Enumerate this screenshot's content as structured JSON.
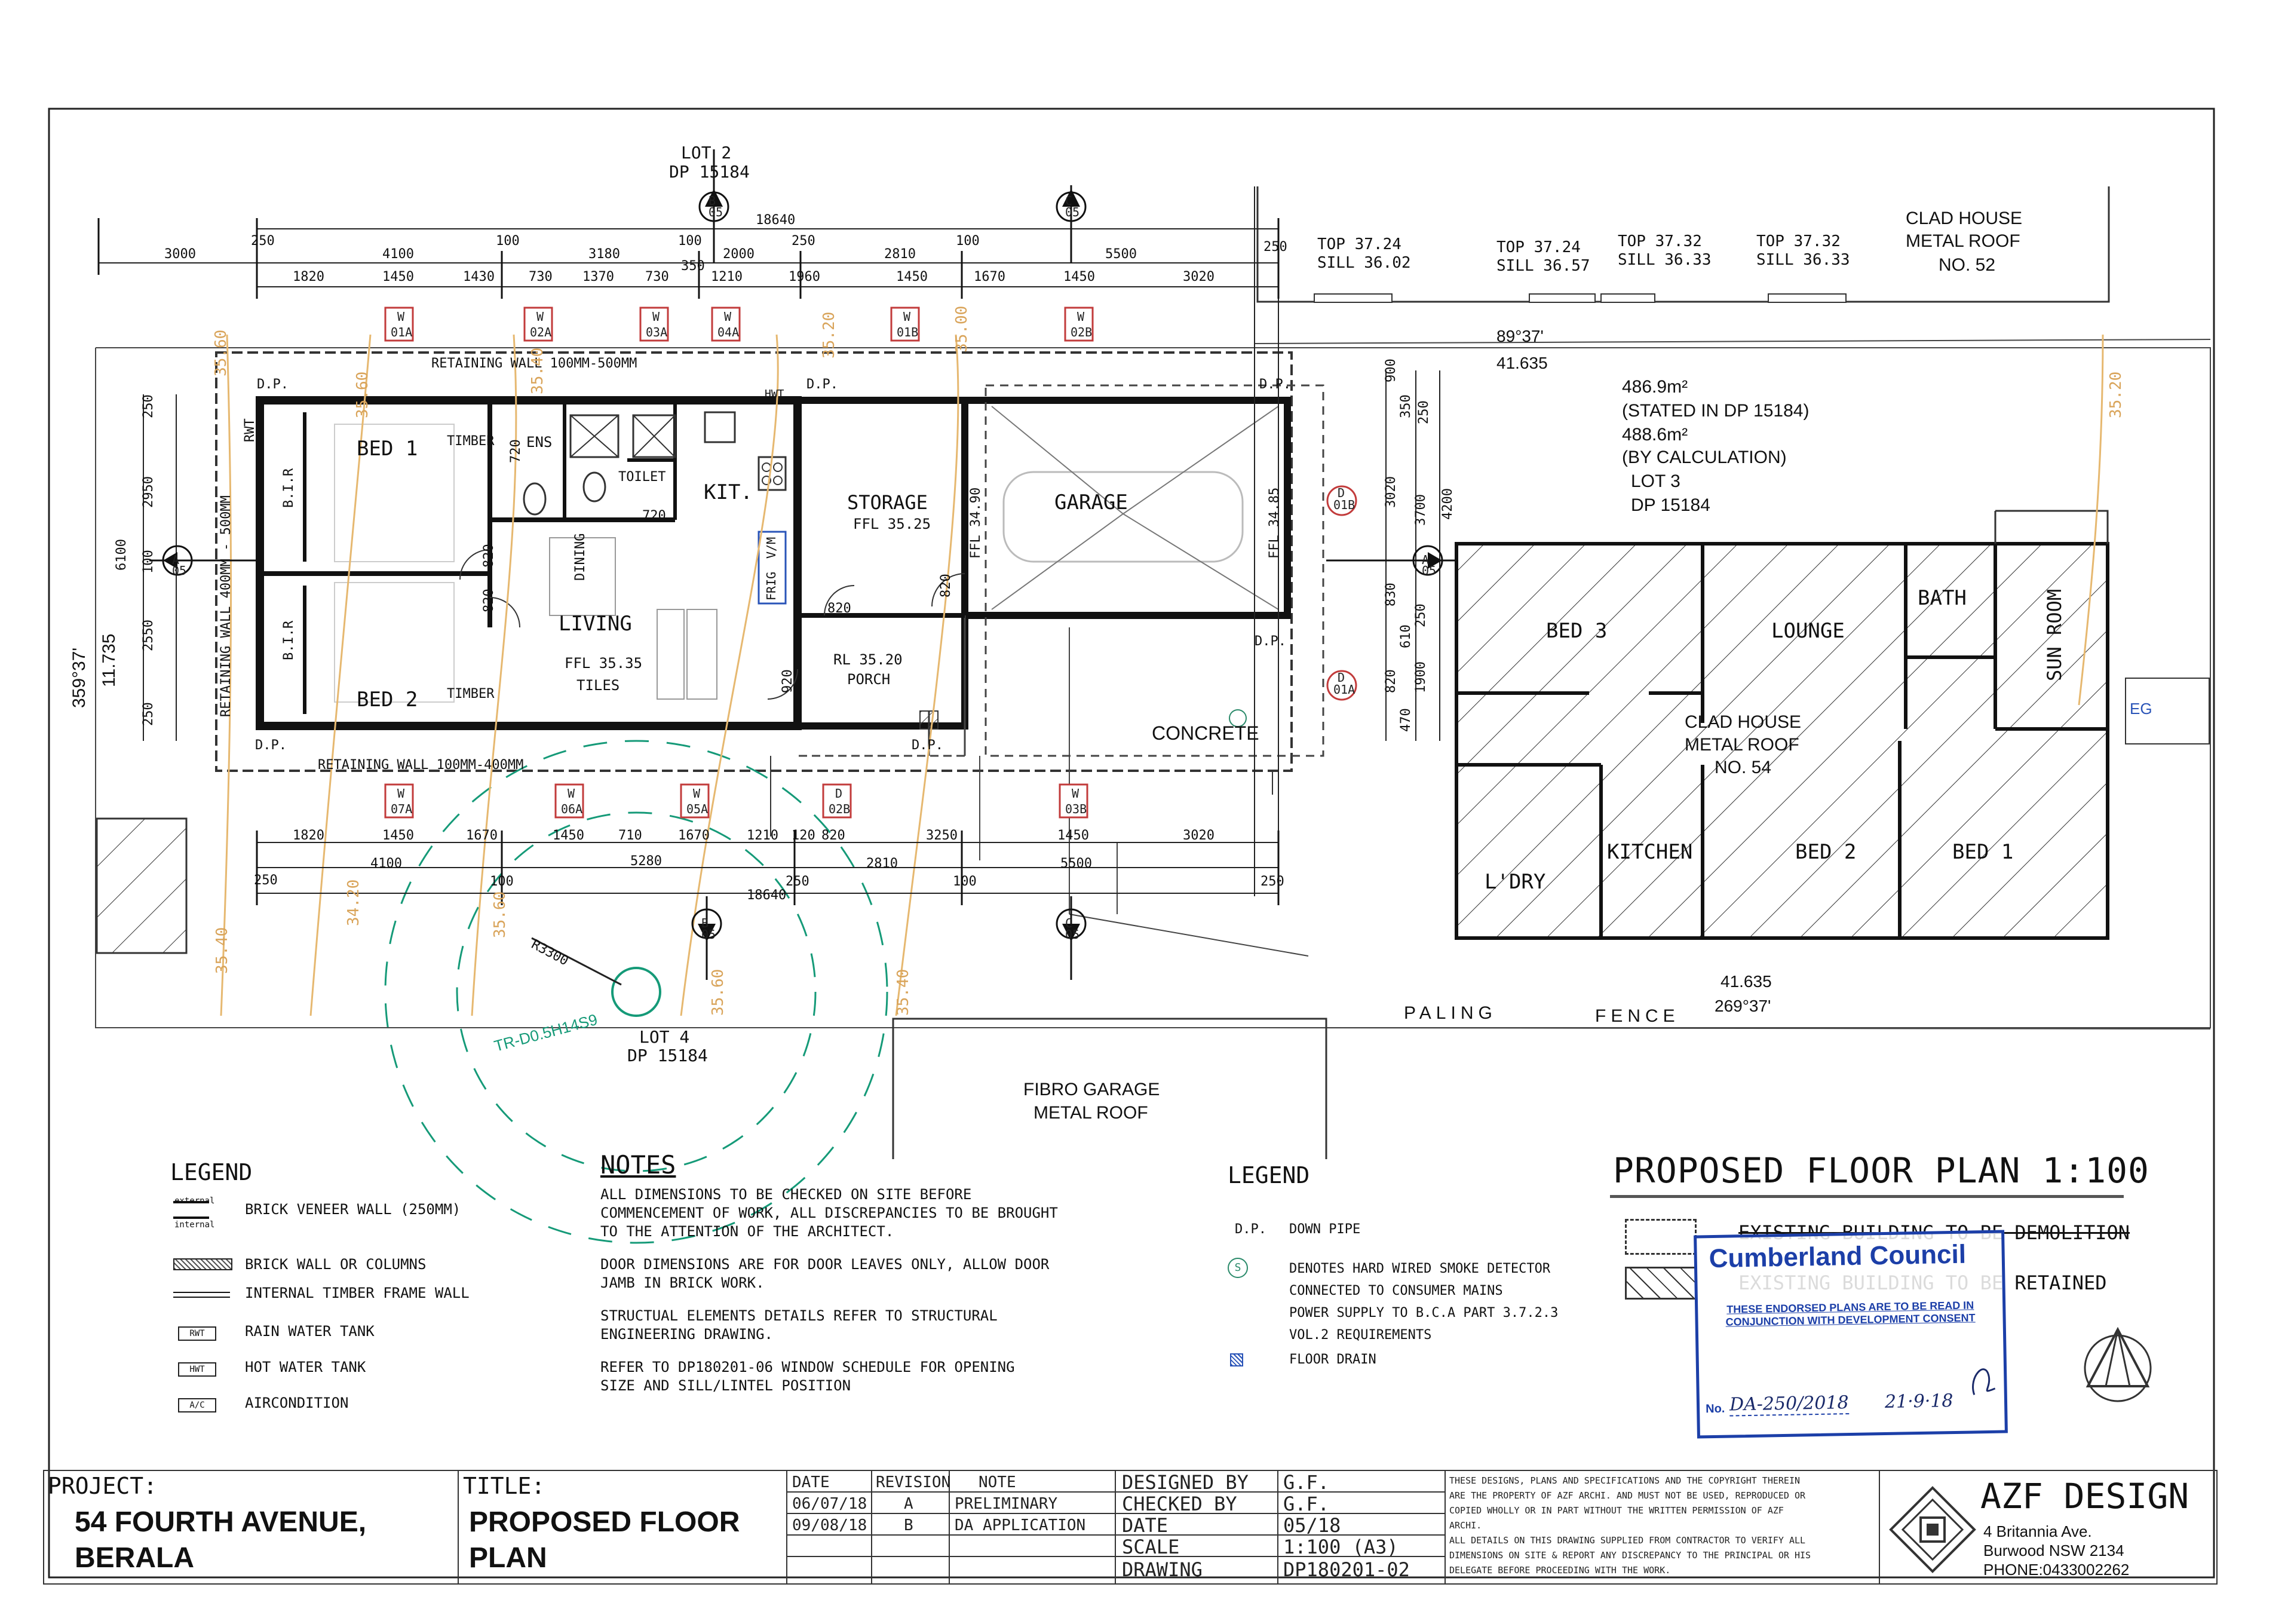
{
  "plan": {
    "lot2": {
      "lot": "LOT  2",
      "dp": "DP  15184"
    },
    "lot4": {
      "lot": "LOT  4",
      "dp": "DP  15184"
    },
    "lot3": {
      "area1": "486.9m²",
      "area1_note": "(STATED IN DP 15184)",
      "area2": "488.6m²",
      "area2_note": "(BY CALCULATION)",
      "lot": "LOT  3",
      "dp": "DP  15184"
    },
    "bearing_top": "89°37'",
    "dist_top": "41.635",
    "bearing_bottom": "269°37'",
    "dist_bottom": "41.635",
    "bearing_left": "359°37'",
    "dist_left": "11.735",
    "clad52": {
      "l1": "CLAD HOUSE",
      "l2": "METAL ROOF",
      "l3": "NO. 52"
    },
    "clad54": {
      "l1": "CLAD HOUSE",
      "l2": "METAL ROOF",
      "l3": "NO. 54"
    },
    "tops": [
      {
        "top": "TOP  37.24",
        "sill": "SILL  36.02"
      },
      {
        "top": "TOP  37.24",
        "sill": "SILL  36.57"
      },
      {
        "top": "TOP  37.32",
        "sill": "SILL  36.33"
      },
      {
        "top": "TOP  37.32",
        "sill": "SILL  36.33"
      }
    ],
    "rooms": {
      "bed1": "BED 1",
      "bed2": "BED 2",
      "bed3": "BED 3",
      "living": "LIVING",
      "kit": "KIT.",
      "storage": "STORAGE",
      "garage": "GARAGE",
      "lounge": "LOUNGE",
      "bath": "BATH",
      "sunroom": "SUN ROOM",
      "ldry": "L'DRY",
      "kitchen": "KITCHEN",
      "bed2b": "BED 2",
      "bed1b": "BED 1",
      "toilet": "TOILET",
      "ens": "ENS",
      "timber1": "TIMBER",
      "timber2": "TIMBER",
      "dining": "DINING",
      "bir1": "B.I.R",
      "bir2": "B.I.R",
      "rwt": "RWT",
      "hwt": "HWT",
      "frig": "FRIG",
      "vm": "V/M",
      "porch": "PORCH",
      "rl_porch": "RL 35.20",
      "tiles": "TILES",
      "ffl_living": "FFL 35.35",
      "ffl_storage": "FFL 35.25",
      "ffl_3490": "FFL 34.90",
      "ffl_3485": "FFL 34.85",
      "eg": "EG"
    },
    "ground": {
      "concrete": "CONCRETE",
      "paling": "PALING",
      "fence": "FENCE",
      "fibro1": "FIBRO GARAGE",
      "fibro2": "METAL ROOF",
      "tree": "TR-D0.5H14S9",
      "radius": "R3300"
    },
    "retaining_top": "RETAINING WALL 100MM-500MM",
    "retaining_bottom": "RETAINING WALL 100MM-400MM",
    "retaining_left": "RETAINING WALL 400MM - 500MM",
    "dp_label": "D.P.",
    "windows_top": [
      [
        "W",
        "01A"
      ],
      [
        "W",
        "02A"
      ],
      [
        "W",
        "03A"
      ],
      [
        "W",
        "04A"
      ],
      [
        "W",
        "01B"
      ],
      [
        "W",
        "02B"
      ]
    ],
    "windows_bottom": [
      [
        "W",
        "07A"
      ],
      [
        "W",
        "06A"
      ],
      [
        "W",
        "05A"
      ],
      [
        "D",
        "02B"
      ],
      [
        "W",
        "03B"
      ]
    ],
    "doors_side": [
      [
        "D",
        "01B"
      ],
      [
        "D",
        "01A"
      ]
    ],
    "section_marks": {
      "a": "A",
      "b": "B",
      "c": "C",
      "ref": "05"
    },
    "dims_top_overall": "18640",
    "dims_top_row1": [
      "3000",
      "250",
      "4100",
      "100",
      "3180",
      "100",
      "350",
      "2000",
      "250",
      "2810",
      "100",
      "5500",
      "3020",
      "250"
    ],
    "dims_top_row2": [
      "1820",
      "1450",
      "1430",
      "730",
      "1370",
      "730",
      "1210",
      "1960",
      "1450",
      "1670",
      "1450"
    ],
    "dims_bottom_row1": [
      "1820",
      "1450",
      "1670",
      "1450",
      "710",
      "1670",
      "1210",
      "120",
      "820",
      "3250",
      "1450",
      "3020"
    ],
    "dims_bottom_row2": [
      "250",
      "4100",
      "100",
      "5280",
      "250",
      "2810",
      "100",
      "5500",
      "250"
    ],
    "dims_bottom_overall": "18640",
    "dims_left": [
      "250",
      "2950",
      "100",
      "2550",
      "250",
      "6100"
    ],
    "dims_right": [
      "900",
      "350",
      "250",
      "3700",
      "3020",
      "4200",
      "830",
      "250",
      "610",
      "1900",
      "820",
      "470"
    ],
    "door_sizes": [
      "820",
      "820",
      "720",
      "720",
      "820",
      "920",
      "820"
    ],
    "contours": [
      "35.60",
      "35.60",
      "35.40",
      "35.20",
      "35.00",
      "35.20",
      "35.40",
      "34.20",
      "35.60",
      "35.60",
      "35.40",
      "35.20",
      "35.00"
    ]
  },
  "legend_left": {
    "title": "LEGEND",
    "items": [
      {
        "key": "brick",
        "label": "BRICK VENEER WALL (250MM)",
        "note1": "external",
        "note2": "internal"
      },
      {
        "key": "brickcol",
        "label": "BRICK WALL OR COLUMNS"
      },
      {
        "key": "timber",
        "label": "INTERNAL TIMBER FRAME WALL"
      },
      {
        "key": "RWT",
        "label": "RAIN WATER TANK"
      },
      {
        "key": "HWT",
        "label": "HOT WATER TANK"
      },
      {
        "key": "A/C",
        "label": "AIRCONDITION"
      }
    ]
  },
  "notes": {
    "title": "NOTES",
    "lines": [
      "ALL DIMENSIONS TO BE CHECKED ON SITE BEFORE",
      "COMMENCEMENT OF WORK, ALL DISCREPANCIES TO BE BROUGHT",
      "TO THE ATTENTION OF THE ARCHITECT.",
      "DOOR DIMENSIONS ARE FOR DOOR LEAVES ONLY, ALLOW DOOR",
      "JAMB IN BRICK WORK.",
      "STRUCTUAL ELEMENTS DETAILS REFER TO STRUCTURAL",
      "ENGINEERING DRAWING.",
      "REFER TO DP180201-06 WINDOW SCHEDULE FOR OPENING",
      "SIZE AND SILL/LINTEL POSITION"
    ]
  },
  "legend_right": {
    "title": "LEGEND",
    "items": [
      {
        "key": "D.P.",
        "label": "DOWN PIPE"
      },
      {
        "key": "S",
        "label": "DENOTES HARD WIRED SMOKE DETECTOR",
        "l2": "CONNECTED TO CONSUMER MAINS",
        "l3": "POWER SUPPLY TO B.C.A PART  3.7.2.3",
        "l4": "VOL.2 REQUIREMENTS"
      },
      {
        "key": "FD",
        "label": "FLOOR DRAIN"
      }
    ]
  },
  "plan_title": "PROPOSED FLOOR PLAN 1:100",
  "key_legend": {
    "demolish": "EXISTING BUILDING TO BE DEMOLITION",
    "retain": "EXISTING BUILDING TO BE RETAINED"
  },
  "stamp": {
    "council": "Cumberland Council",
    "line1": "THESE ENDORSED PLANS ARE TO BE READ IN",
    "line2": "CONJUNCTION WITH DEVELOPMENT CONSENT",
    "no_label": "No.",
    "no_value": "DA-250/2018",
    "date": "21·9·18"
  },
  "titleblock": {
    "project_label": "PROJECT:",
    "project_l1": "54 FOURTH AVENUE,",
    "project_l2": "BERALA",
    "title_label": "TITLE:",
    "title_l1": "PROPOSED FLOOR",
    "title_l2": "PLAN",
    "rev_headers": [
      "DATE",
      "REVISION",
      "NOTE"
    ],
    "revisions": [
      [
        "06/07/18",
        "A",
        "PRELIMINARY"
      ],
      [
        "09/08/18",
        "B",
        "DA APPLICATION"
      ]
    ],
    "meta": [
      [
        "DESIGNED BY",
        "G.F."
      ],
      [
        "CHECKED BY",
        "G.F."
      ],
      [
        "DATE",
        "05/18"
      ],
      [
        "SCALE",
        "1:100 (A3)"
      ],
      [
        "DRAWING",
        "DP180201-02"
      ]
    ],
    "copyright": [
      "THESE DESIGNS, PLANS AND SPECIFICATIONS  AND THE COPYRIGHT THEREIN",
      "ARE THE PROPERTY OF AZF ARCHI. AND MUST NOT BE USED, REPRODUCED OR",
      "COPIED WHOLLY OR IN PART WITHOUT THE WRITTEN PERMISSION OF AZF",
      "ARCHI.",
      "ALL DETAILS ON THIS DRAWING SUPPLIED FROM CONTRACTOR TO VERIFY ALL",
      "DIMENSIONS ON SITE & REPORT ANY DISCREPANCY TO THE PRINCIPAL OR HIS",
      "DELEGATE BEFORE PROCEEDING WITH THE WORK."
    ],
    "firm": "AZF DESIGN",
    "addr1": "4 Britannia Ave.",
    "addr2": "Burwood NSW 2134",
    "phone": "PHONE:0433002262"
  }
}
